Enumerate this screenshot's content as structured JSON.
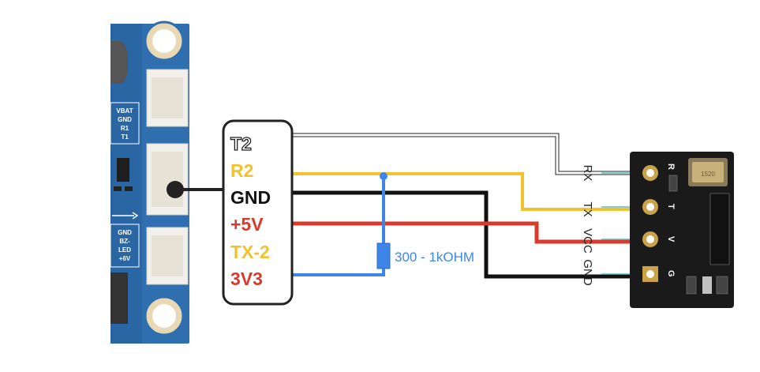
{
  "connector": {
    "labels": [
      {
        "text": "T2",
        "color": "#ffffff",
        "outline": "#222222"
      },
      {
        "text": "R2",
        "color": "#f2c12e"
      },
      {
        "text": "GND",
        "color": "#111111"
      },
      {
        "text": "+5V",
        "color": "#d93a2e"
      },
      {
        "text": "TX-2",
        "color": "#f2c12e"
      },
      {
        "text": "3V3",
        "color": "#d93a2e"
      }
    ]
  },
  "left_board": {
    "silkscreen_top": [
      "VBAT",
      "GND",
      "R1",
      "T1"
    ],
    "silkscreen_bottom": [
      "GND",
      "BZ-",
      "LED",
      "+6V"
    ],
    "color": "#2f6fb0"
  },
  "right_module": {
    "pins": [
      "RX",
      "TX",
      "VCC",
      "GND"
    ],
    "chip_text": "1520",
    "color": "#1a1a1a",
    "pin_line_color": "#5bbfc0"
  },
  "resistor": {
    "label": "300 - 1kOHM",
    "color": "#3d86e8"
  },
  "wire_colors": {
    "t2": "#ffffff",
    "r2": "#f2c12e",
    "gnd": "#111111",
    "v5": "#d93a2e",
    "v33": "#3d86e8"
  }
}
